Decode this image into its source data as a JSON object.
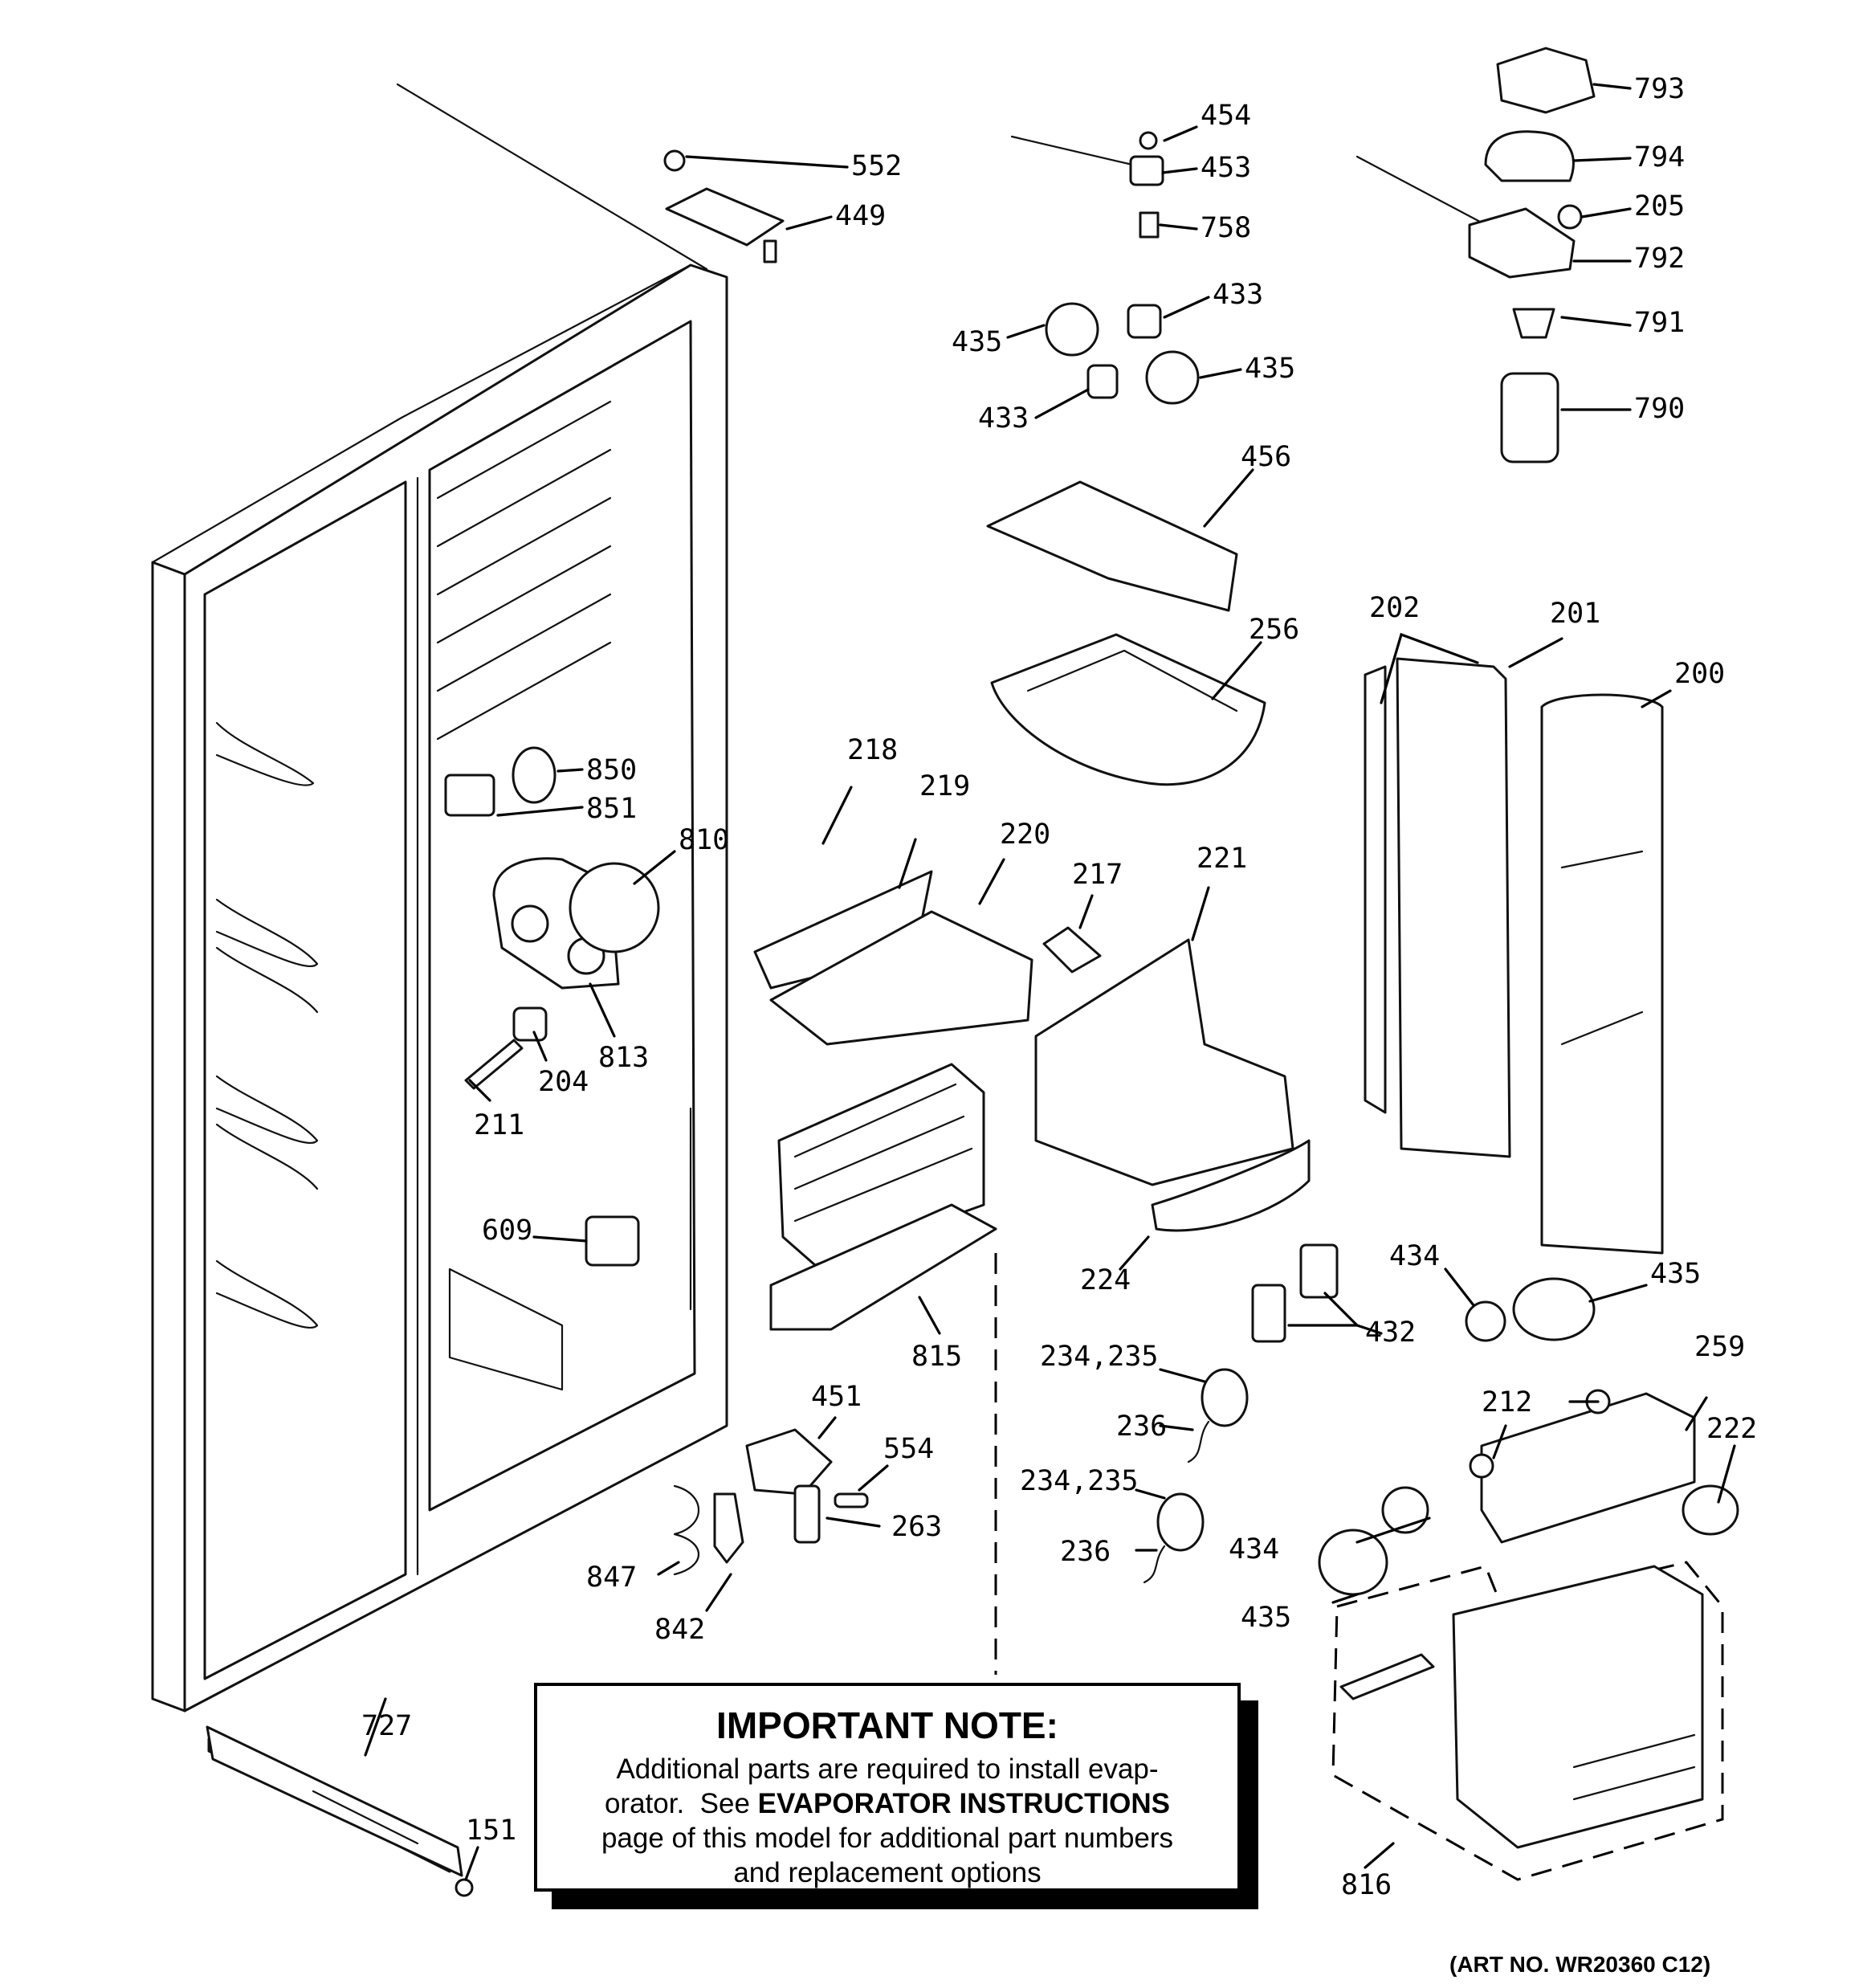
{
  "note": {
    "title": "IMPORTANT NOTE:",
    "line1": "Additional parts are required to install evap-",
    "line2_prefix": "orator.  See ",
    "line2_emphasis": "EVAPORATOR INSTRUCTIONS",
    "line3": "page of this model for additional part numbers",
    "line4": "and replacement options"
  },
  "art_number": "(ART NO. WR20360 C12)",
  "callouts": {
    "c552": "552",
    "c449": "449",
    "c454": "454",
    "c453": "453",
    "c758": "758",
    "c433a": "433",
    "c435a": "435",
    "c435b": "435",
    "c433b": "433",
    "c456": "456",
    "c256": "256",
    "c793": "793",
    "c794": "794",
    "c205": "205",
    "c792": "792",
    "c791": "791",
    "c790": "790",
    "c202": "202",
    "c201": "201",
    "c200": "200",
    "c850": "850",
    "c851": "851",
    "c810": "810",
    "c813": "813",
    "c204": "204",
    "c211": "211",
    "c218": "218",
    "c219": "219",
    "c220": "220",
    "c217": "217",
    "c221": "221",
    "c224": "224",
    "c609": "609",
    "c815": "815",
    "c434a": "434",
    "c435c": "435",
    "c432": "432",
    "c23435a": "234,235",
    "c236a": "236",
    "c23435b": "234,235",
    "c236b": "236",
    "c451": "451",
    "c554": "554",
    "c263": "263",
    "c847": "847",
    "c842": "842",
    "c212": "212",
    "c259": "259",
    "c222": "222",
    "c434b": "434",
    "c435d": "435",
    "c816": "816",
    "c727": "727",
    "c151": "151"
  }
}
